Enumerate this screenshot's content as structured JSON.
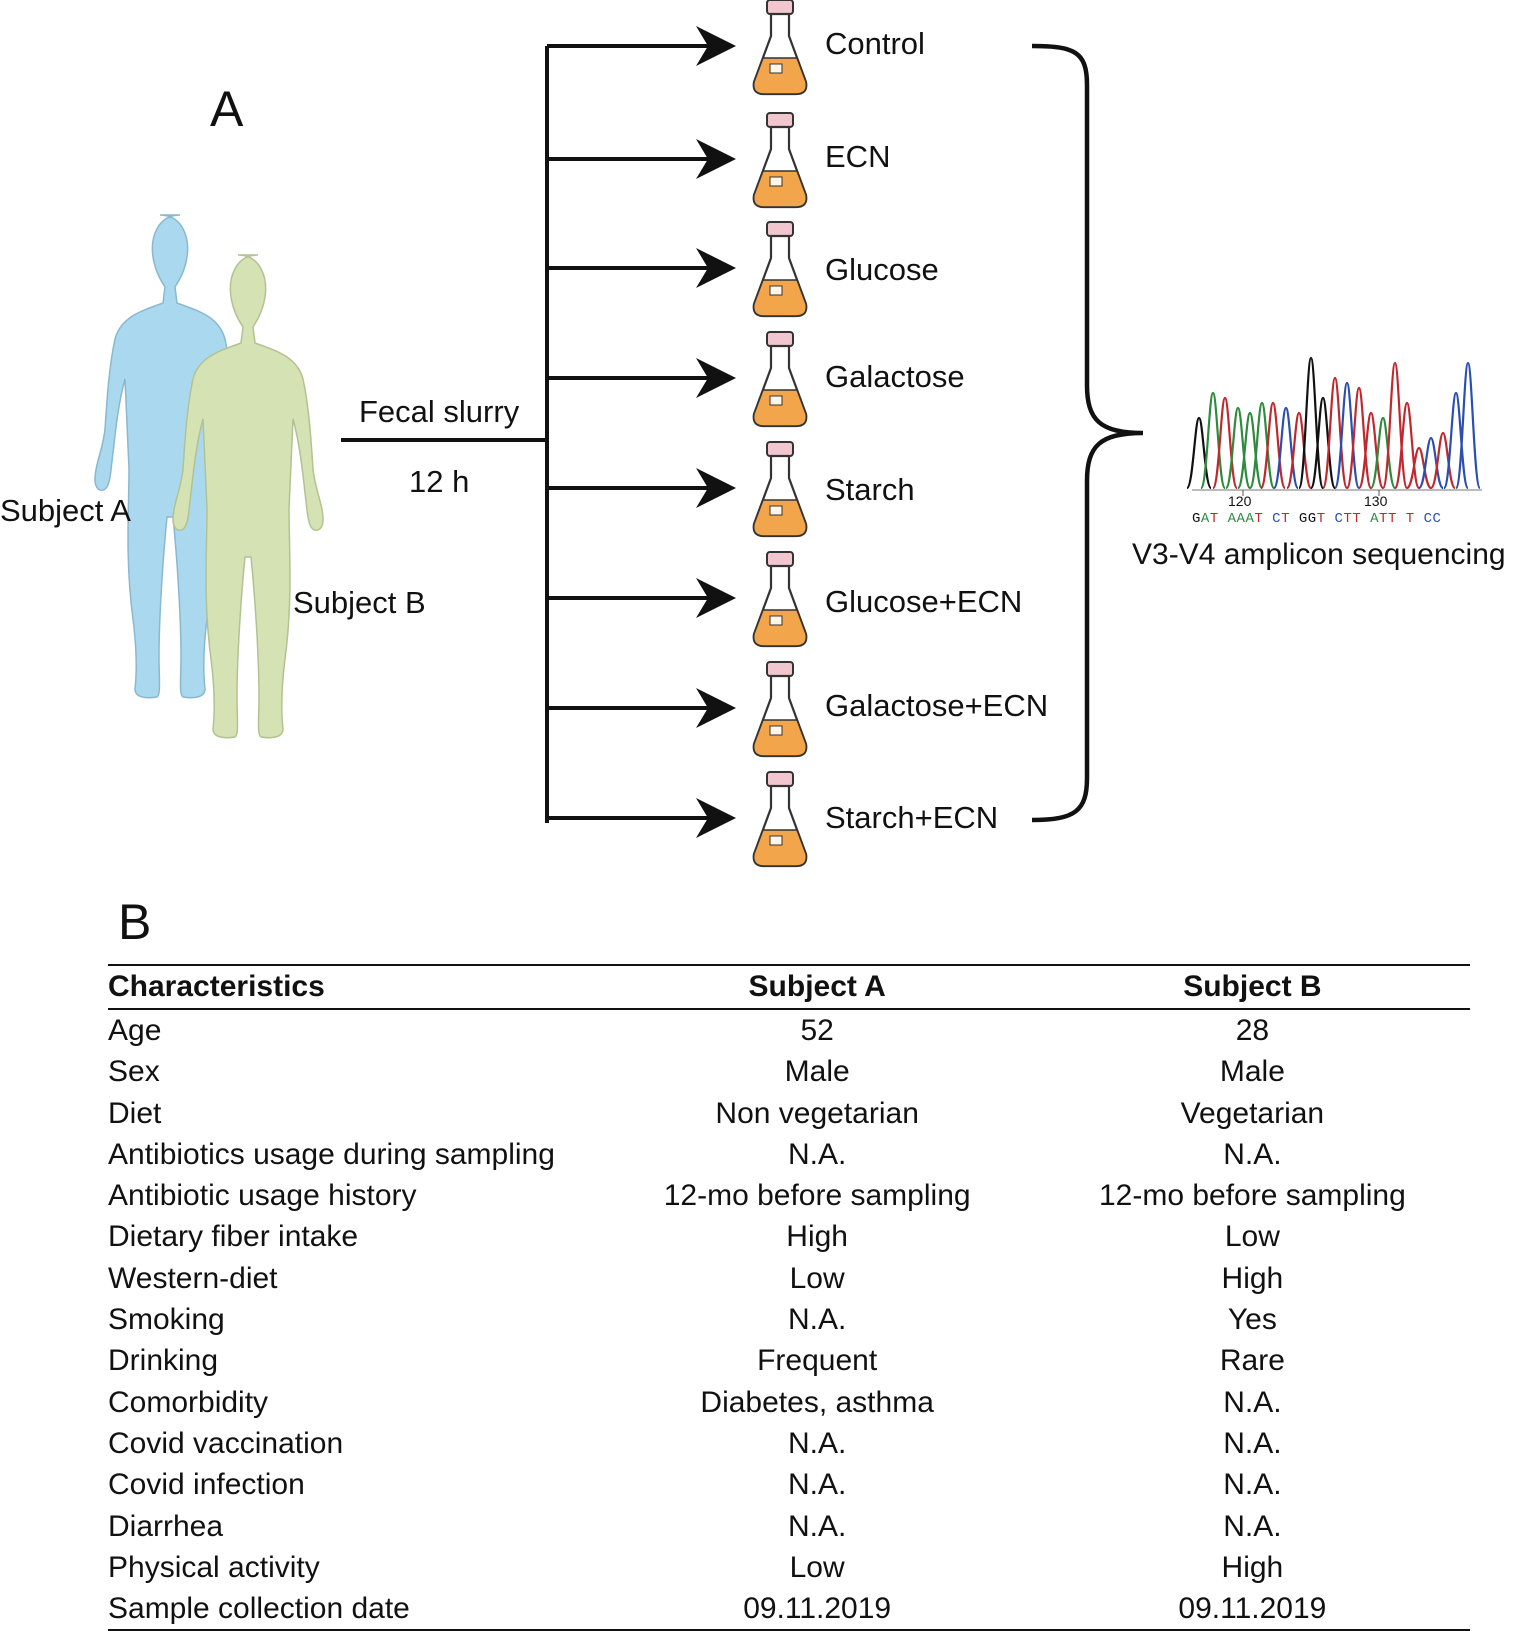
{
  "panel_a": {
    "letter": "A",
    "subject_a_label": "Subject A",
    "subject_b_label": "Subject B",
    "arrow_label_top": "Fecal slurry",
    "arrow_label_bottom": "12 h",
    "conditions": [
      "Control",
      "ECN",
      "Glucose",
      "Galactose",
      "Starch",
      "Glucose+ECN",
      "Galactose+ECN",
      "Starch+ECN"
    ],
    "sequencing": {
      "tick_labels": [
        "120",
        "130"
      ],
      "bases": "GAT AAAT CT GGT CTT ATT T CC",
      "caption": "V3-V4 amplicon sequencing"
    },
    "colors": {
      "subject_a": "#a9d8ef",
      "subject_b": "#d4e2b4",
      "flask_liquid": "#f3a54c",
      "flask_cap": "#f2c6cf",
      "base_a": "#2e8b3e",
      "base_c": "#2a4fb0",
      "base_g": "#111111",
      "base_t": "#c0282e"
    }
  },
  "panel_b": {
    "letter": "B",
    "headers": [
      "Characteristics",
      "Subject A",
      "Subject B"
    ],
    "rows": [
      [
        "Age",
        "52",
        "28"
      ],
      [
        "Sex",
        "Male",
        "Male"
      ],
      [
        "Diet",
        "Non vegetarian",
        "Vegetarian"
      ],
      [
        "Antibiotics usage during sampling",
        "N.A.",
        "N.A."
      ],
      [
        "Antibiotic usage history",
        "12-mo before sampling",
        "12-mo before sampling"
      ],
      [
        "Dietary fiber intake",
        "High",
        "Low"
      ],
      [
        "Western-diet",
        "Low",
        "High"
      ],
      [
        "Smoking",
        "N.A.",
        "Yes"
      ],
      [
        "Drinking",
        "Frequent",
        "Rare"
      ],
      [
        "Comorbidity",
        "Diabetes, asthma",
        "N.A."
      ],
      [
        "Covid vaccination",
        "N.A.",
        "N.A."
      ],
      [
        "Covid infection",
        "N.A.",
        "N.A."
      ],
      [
        "Diarrhea",
        "N.A.",
        "N.A."
      ],
      [
        "Physical activity",
        "Low",
        "High"
      ],
      [
        "Sample collection date",
        "09.11.2019",
        "09.11.2019"
      ]
    ]
  }
}
